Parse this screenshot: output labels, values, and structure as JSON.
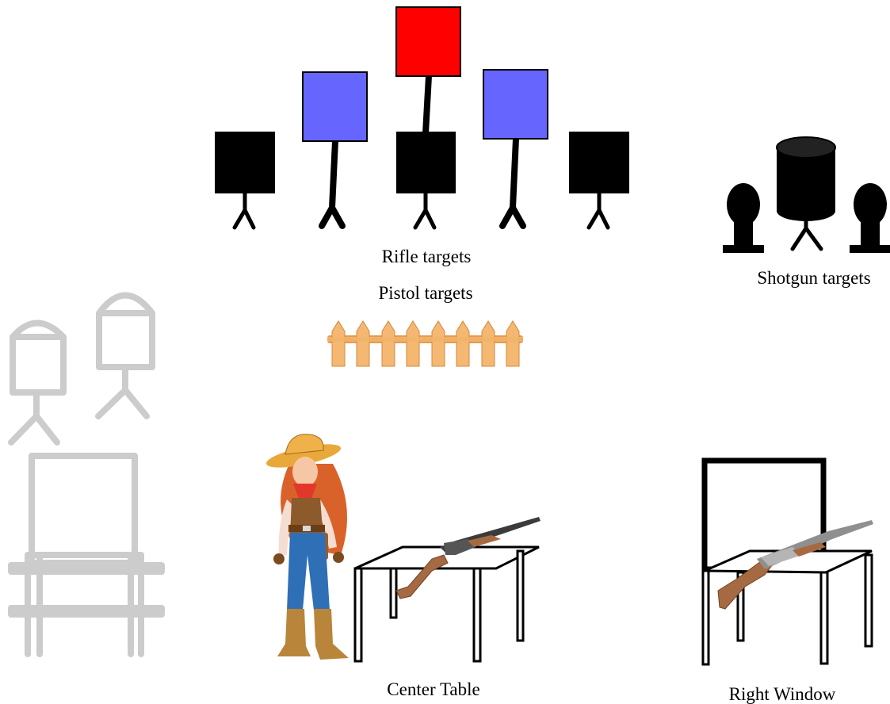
{
  "labels": {
    "rifle_targets": "Rifle targets",
    "pistol_targets": "Pistol targets",
    "shotgun_targets": "Shotgun targets",
    "center_table": "Center Table",
    "right_window": "Right Window"
  },
  "colors": {
    "rifle_target_top": "#ff0000",
    "rifle_target_mid": "#6666ff",
    "pistol_target": "#000000",
    "shotgun_target": "#000000",
    "ghost_props": "#cccccc",
    "fence": "#f0b46a",
    "table_outline": "#000000"
  },
  "icons": {
    "fence": "fence-icon",
    "cowgirl": "cowgirl-icon",
    "rifle": "rifle-icon"
  }
}
